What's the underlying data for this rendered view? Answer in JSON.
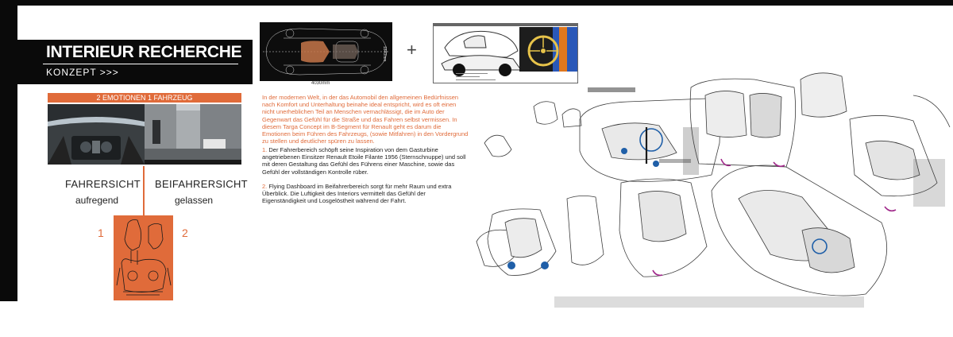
{
  "header": {
    "title": "INTERIEUR RECHERCHE",
    "subtitle": "KONZEPT >>>"
  },
  "concept": {
    "banner": "2 EMOTIONEN 1 FAHRZEUG",
    "left_heading": "FAHRERSICHT",
    "left_sub": "aufregend",
    "right_heading": "BEIFAHRERSICHT",
    "right_sub": "gelassen",
    "marker_1": "1",
    "marker_2": "2"
  },
  "reference": {
    "dim_width": "4030mm",
    "dim_height": "1840mm",
    "plus": "+"
  },
  "text": {
    "intro": "In der modernen Welt, in der das Automobil den allgemeinen Bedürfnissen nach Komfort und Unterhaltung beinahe ideal entspricht, wird es oft einen nicht unerheblichen Teil an Menschen vernachlässigt, die im Auto der Gegenwart das Gefühl für die Straße und das Fahren selbst vermissen. In diesem Targa Concept im B-Segment für Renault geht es darum die Emotionen beim Führen des Fahrzeugs, (sowie Mitfahren) in den Vordergrund zu stellen und deutlicher spüren zu lassen.",
    "items": [
      {
        "num": "1.",
        "body": "Der Fahrerbereich schöpft seine Inspiration  von dem Gasturbine angetriebenen Einsitzer Renault Etoile Filante 1956 (Sternschnuppe) und soll mit deren Gestaltung das Gefühl des Führens einer Maschine, sowie das Gefühl der vollständigen Kontrolle rüber."
      },
      {
        "num": "2.",
        "body": "Flying Dashboard im Beifahrerbereich sorgt für mehr Raum und extra Überblick. Die Luftigkeit des Interiors vermittelt das Gefühl der Eigenständigkeit und Losgelöstheit während der Fahrt."
      }
    ]
  },
  "colors": {
    "accent": "#e06b3a",
    "dark": "#0a0a0a",
    "sketch_blue": "#1f5fa8",
    "sketch_magenta": "#a0288a"
  }
}
